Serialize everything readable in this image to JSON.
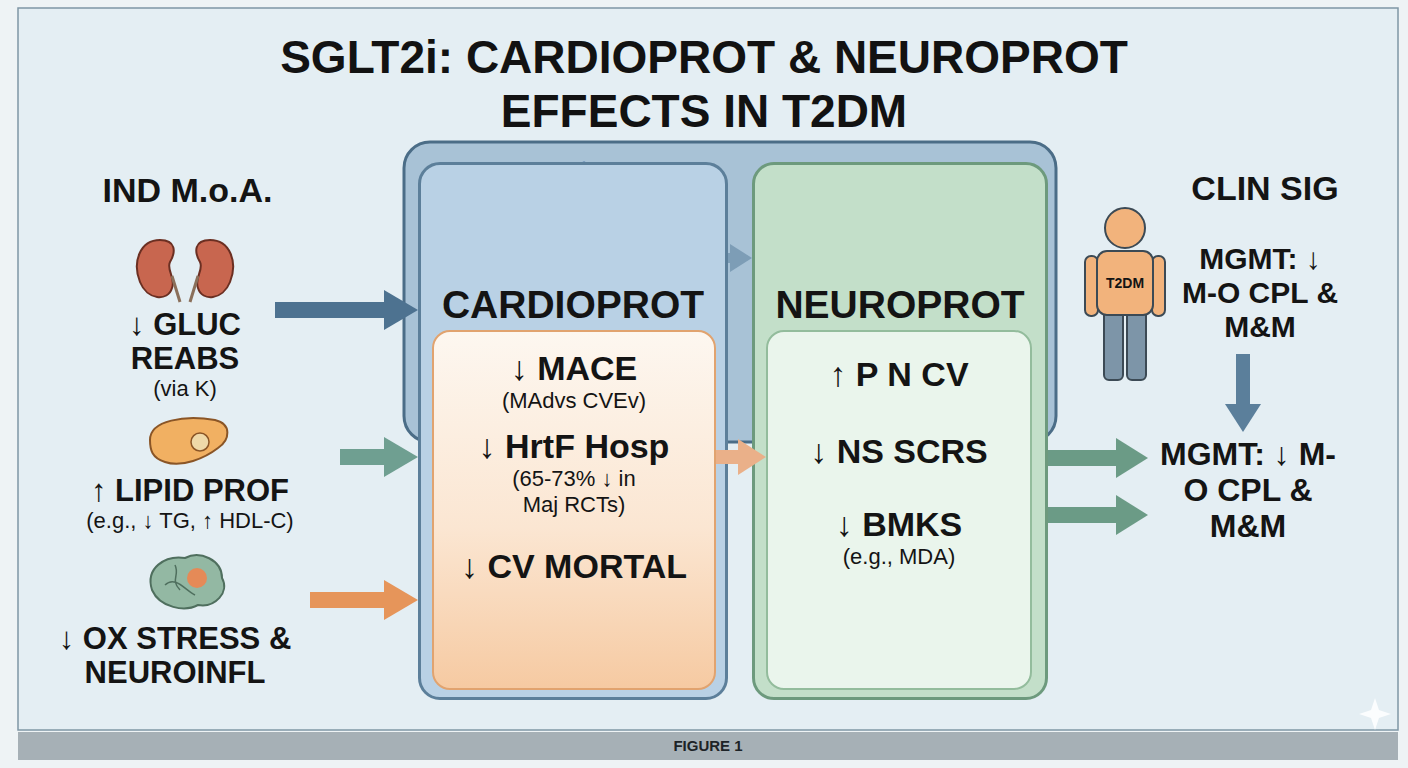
{
  "diagram": {
    "title": "SGLT2i: CARDIOPROT & NEUROPROT EFFECTS IN T2DM",
    "caption": "FIGURE 1",
    "nodes": [
      {
        "text": [
          "↓ GLUC REABS",
          "(via K)"
        ]
      },
      {
        "text": [
          "↑ LIPID PROF",
          "(e.g., ↓ TG, ↑ HDL-C)"
        ]
      },
      {
        "text": [
          "↓ OX STRESS & NEUROINFL"
        ]
      },
      {
        "text": [
          "CARDIOPROT"
        ]
      },
      {
        "text": [
          "↓ MACE",
          "(MAdvs CVEv)",
          "↓ HrtF Hosp",
          "(65-73% ↓ in Maj RCTs)",
          "↓ CV MORTAL"
        ],
        "in": 3
      },
      {
        "text": [
          "NEUROPROT"
        ]
      },
      {
        "text": [
          "↑ P N CV",
          "↓ NS SCRS",
          "↓ BMKS",
          "(e.g., MDA)"
        ],
        "in": 5
      },
      {
        "text": [
          "MGMT: ↓ M-O CPL & M&M"
        ]
      },
      {
        "text": [
          "MGMT: ↓ M-O CPL & M&M"
        ]
      }
    ],
    "edges": [
      {
        "from": 0,
        "to": 3,
        "arrow": "to"
      },
      {
        "from": 1,
        "to": 3,
        "arrow": "to"
      },
      {
        "from": 2,
        "to": 3,
        "arrow": "to"
      },
      {
        "from": 3,
        "to": 5,
        "arrow": "to"
      },
      {
        "from": 4,
        "to": 6,
        "arrow": "to"
      },
      {
        "from": 5,
        "to": 8,
        "arrow": "to"
      },
      {
        "from": 5,
        "to": 8,
        "arrow": "to"
      },
      {
        "from": 7,
        "to": 8,
        "arrow": "to"
      }
    ],
    "labels": [
      "IND M.o.A.",
      "CLIN SIG",
      "T2DM"
    ]
  }
}
